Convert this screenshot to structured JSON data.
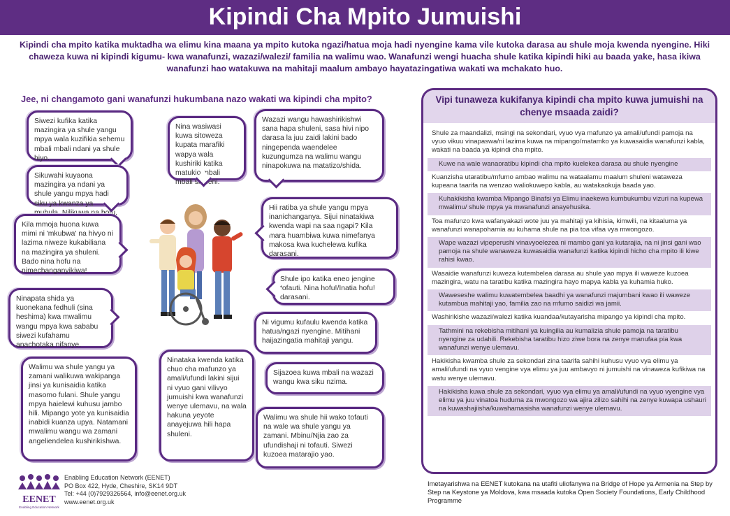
{
  "title": "Kipindi Cha Mpito Jumuishi",
  "intro": "Kipindi cha mpito katika muktadha wa elimu kina maana ya mpito kutoka ngazi/hatua moja hadi nyengine kama vile kutoka darasa au shule moja kwenda nyengine. Hiki chaweza kuwa ni kipindi kigumu- kwa wanafunzi, wazazi/walezi/ familia na walimu wao. Wanafunzi wengi huacha shule katika kipindi hiki au baada yake, hasa ikiwa wanafunzi hao watakuwa na mahitaji maalum ambayo hayatazingatiwa wakati wa mchakato huo.",
  "left_heading": "Jee, ni changamoto gani wanafunzi hukumbana nazo wakati wa kipindi cha mpito?",
  "bubbles": [
    "Siwezi kufika katika mazingira ya shule yangu mpya wala kuzifikia sehemu mbali mbali ndani ya shule hiyo.",
    "Nina wasiwasi kuwa sitoweza kupata marafiki wapya wala kushiriki katika matukio mbali mbali shuleni.",
    "Wazazi wangu hawashirikishwi sana hapa shuleni, sasa hivi nipo darasa la juu zaidi lakini bado ningependa waendelee kuzungumza na walimu wangu ninapokuwa na matatizo/shida.",
    "Sikuwahi kuyaona mazingira ya ndani ya shule yangu mpya hadi siku ya kwanza ya muhula. Nilikuwa na hofu.",
    "Hii ratiba ya shule yangu mpya inanichanganya. Sijui ninatakiwa kwenda wapi na saa ngapi? Kila mara huambiwa kuwa nimefanya makosa kwa kuchelewa kufika darasani.",
    "Kila mmoja huona kuwa mimi ni 'mkubwa' na hivyo ni lazima niweze kukabiliana na mazingira ya shuleni. Bado nina hofu na nimechanganyikiwa!",
    "Shule ipo katika eneo jengine tofauti. Nina hofu!/Inatia hofu! darasani.",
    "Ninapata shida ya kuonekana fedhuli (sina heshima) kwa mwalimu wangu mpya kwa sababu siwezi kufahamu anachotaka nifanye.",
    "Ni vigumu kufaulu kwenda katika hatua/ngazi nyengine. Mitihani haijazingatia mahitaji yangu.",
    "Walimu wa shule yangu ya zamani walikuwa wakipanga jinsi ya kunisaidia katika masomo fulani. Shule yangu mpya haielewi kuhusu jambo hili. Mipango yote ya kunisaidia inabidi kuanza upya. Natamani mwalimu wangu wa zamani angeliendelea kushirikishwa.",
    "Ninataka kwenda katika chuo cha mafunzo ya amali/ufundi lakini sijui ni vyuo gani vilivyo jumuishi kwa wanafunzi wenye ulemavu, na wala hakuna yeyote anayejuwa hili hapa shuleni.",
    "Sijazoea kuwa mbali na wazazi wangu kwa siku nzima.",
    "Walimu wa shule hii wako tofauti na wale wa shule yangu ya zamani. Mbinu/Njia zao za ufundishaji ni tofauti. Siwezi kuzoea matarajio yao."
  ],
  "right_heading": "Vipi tunaweza kukifanya kipindi cha mpito kuwa jumuishi na chenye msaada zaidi?",
  "right_items": [
    "Shule za maandalizi, msingi na sekondari, vyuo vya mafunzo ya amali/ufundi pamoja na vyuo vikuu vinapaswa/ni lazima kuwa na mipango/matamko ya kuwasaidia wanafunzi kabla, wakati na baada ya kipindi cha mpito.",
    "Kuwe na wale wanaoratibu kipindi cha mpito kuelekea darasa au shule nyengine",
    "Kuanzisha utaratibu/mfumo ambao walimu na wataalamu maalum shuleni wataweza kupeana taarifa na wenzao waliokuwepo kabla, au watakaokuja baada yao.",
    "Kuhakikisha kwamba Mipango Binafsi ya Elimu inaekewa kumbukumbu vizuri na kupewa mwalimu/ shule mpya ya mwanafunzi anayehusika.",
    "Toa mafunzo kwa wafanyakazi wote juu ya mahitaji ya kihisia, kimwili, na kitaaluma ya wanafunzi wanapohamia au kuhama shule na pia toa vifaa vya mwongozo.",
    "Wape wazazi vipeperushi vinavyoelezea ni mambo gani ya kutarajia, na ni jinsi gani wao pamoja na shule wanaweza kuwasaidia wanafunzi katika kipindi hicho cha mpito ili kiwe rahisi kwao.",
    "Wasaidie wanafunzi kuweza kutembelea darasa au shule yao mpya ili waweze kuzoea mazingira, watu na taratibu katika mazingira hayo mapya kabla ya kuhamia huko.",
    "Waweseshe walimu kuwatembelea baadhi ya wanafunzi majumbani kwao ili waweze kutambua mahitaji yao, familia zao  na mfumo saidizi wa jamii.",
    "Washirikishe wazazi/walezi katika kuandaa/kutayarisha mipango ya kipindi cha mpito.",
    "Tathmini na rekebisha mitihani ya kuingilia au kumalizia shule pamoja na taratibu nyengine za udahili. Rekebisha taratibu hizo ziwe bora na zenye manufaa pia kwa wanafunzi wenye ulemavu.",
    "Hakikisha kwamba shule za sekondari zina taarifa sahihi kuhusu vyuo vya elimu ya amali/ufundi na vyuo vengine vya elimu ya juu ambavyo ni jumuishi na vinaweza kufikiwa na watu wenye ulemavu.",
    "Hakikisha kuwa shule za sekondari, vyuo vya elimu ya amali/ufundi na vyuo vyengine vya elimu ya juu vinatoa huduma za mwongozo wa ajira zilizo sahihi na zenye kuwapa ushauri na kuwashajiisha/kuwahamasisha wanafunzi wenye ulemavu."
  ],
  "footer": {
    "logo_text": "EENET",
    "logo_tagline": "Enabling Education Network",
    "org": "Enabling Education Network (EENET)",
    "address": "PO Box 422, Hyde, Cheshire, SK14 9DT",
    "contact": "Tel: +44 (0)7929326564, info@eenet.org.uk",
    "web": "www.eenet.org.uk",
    "credit": "Imetayarishwa na EENET kutokana na utafiti uliofanywa na Bridge of Hope ya Armenia na Step by Step na Keystone ya Moldova, kwa msaada kutoka Open Society Foundations, Early Childhood Programme"
  },
  "colors": {
    "purple": "#5e2d83",
    "shade": "#ded1e9"
  }
}
